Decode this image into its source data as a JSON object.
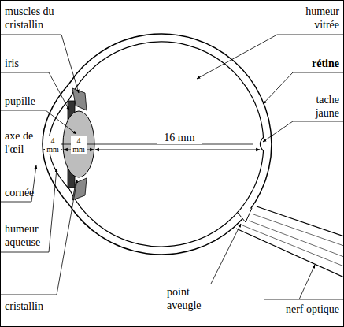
{
  "diagram": {
    "labels": [
      "muscles du cristallin",
      "iris",
      "pupille",
      "axe de l'œil",
      "cornée",
      "humeur aqueuse",
      "cristallin",
      "humeur vitrée",
      "rétine",
      "tache jaune",
      "point aveugle",
      "nerf optique",
      "4 mm",
      "4 mm",
      "16 mm"
    ]
  }
}
